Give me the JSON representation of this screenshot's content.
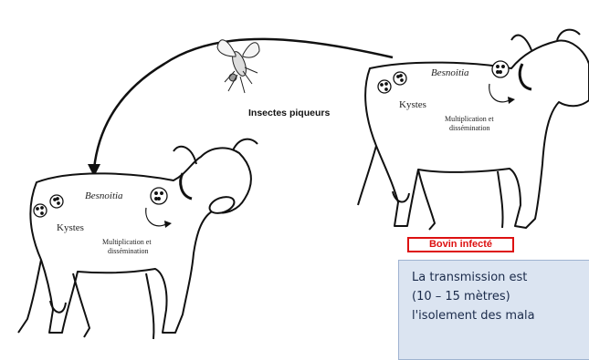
{
  "diagram": {
    "vector_label": "Insectes piqueurs",
    "parasite_label_left": "Besnoitia",
    "parasite_label_right": "Besnoitia",
    "cysts_label_left": "Kystes",
    "cysts_label_right": "Kystes",
    "multiplication_left_line1": "Multiplication et",
    "multiplication_left_line2": "dissémination",
    "multiplication_right_line1": "Multiplication et",
    "multiplication_right_line2": "dissémination",
    "infected_label": "Bovin infecté",
    "colors": {
      "accent_red": "#dd1111",
      "note_bg": "#dbe4f1",
      "ink": "#111111"
    }
  },
  "note": {
    "line1": "La transmission est",
    "line2": "(10  –  15  mètres)",
    "line3": "l'isolement des mala"
  }
}
